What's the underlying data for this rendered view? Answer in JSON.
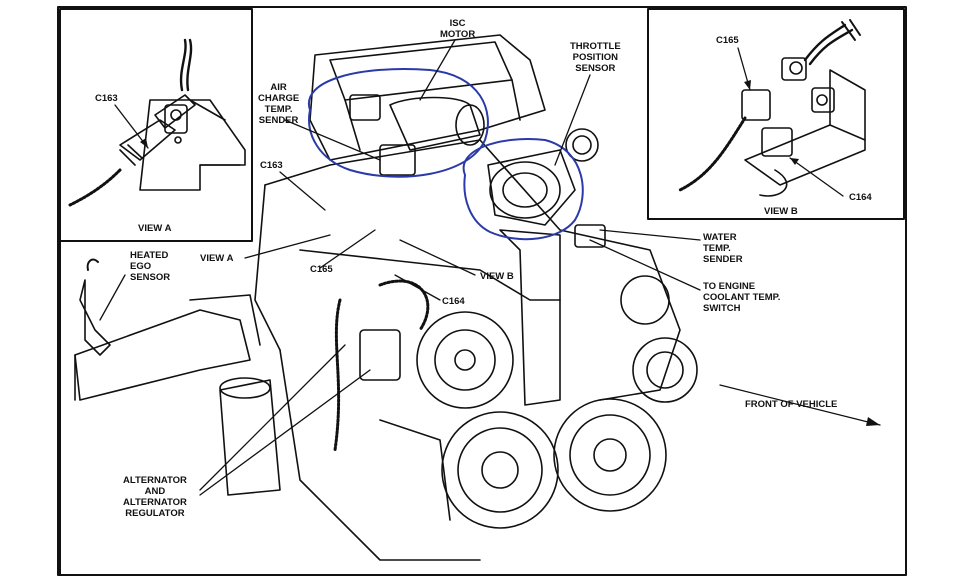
{
  "labels": {
    "isc_motor": [
      "ISC",
      "MOTOR"
    ],
    "throttle_position_sensor": [
      "THROTTLE",
      "POSITION",
      "SENSOR"
    ],
    "air_charge_temp_sender": [
      "AIR",
      "CHARGE",
      "TEMP.",
      "SENDER"
    ],
    "c163_main": "C163",
    "view_a_pointer": "VIEW A",
    "c165_main": "C165",
    "view_b_pointer": "VIEW B",
    "c164_main": "C164",
    "heated_ego_sensor": [
      "HEATED",
      "EGO",
      "SENSOR"
    ],
    "water_temp_sender": [
      "WATER",
      "TEMP.",
      "SENDER"
    ],
    "engine_coolant_temp_switch": [
      "TO ENGINE",
      "COOLANT TEMP.",
      "SWITCH"
    ],
    "front_of_vehicle": "FRONT OF VEHICLE",
    "alternator_regulator": [
      "ALTERNATOR",
      "AND",
      "ALTERNATOR",
      "REGULATOR"
    ]
  },
  "inset_a": {
    "caption": "VIEW A",
    "connector": "C163"
  },
  "inset_b": {
    "caption": "VIEW B",
    "connector_top": "C165",
    "connector_bottom": "C164"
  },
  "colors": {
    "ink": "#111111",
    "highlight": "#2a3aa8",
    "paper": "#ffffff"
  }
}
